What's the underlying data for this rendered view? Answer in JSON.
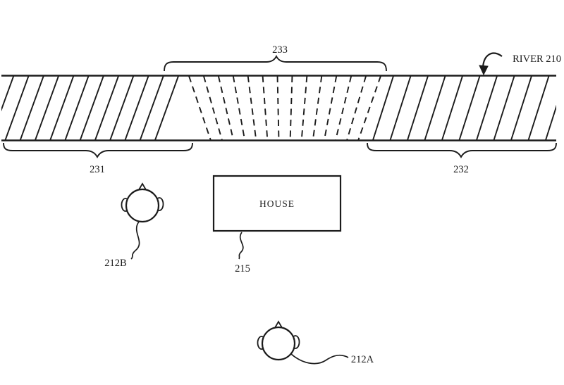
{
  "figure": {
    "river_label": "RIVER 210",
    "region_left_ref": "231",
    "region_right_ref": "232",
    "region_middle_ref": "233",
    "house_label": "HOUSE",
    "house_ref": "215",
    "person_front_ref": "212A",
    "person_back_ref": "212B",
    "colors": {
      "ink": "#1b1b1b",
      "background": "#ffffff"
    }
  }
}
